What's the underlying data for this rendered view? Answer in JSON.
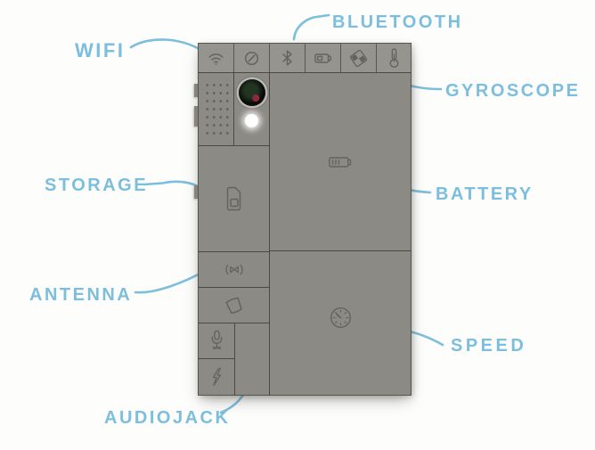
{
  "diagram": {
    "subject": "modular-phone-back",
    "callouts": {
      "wifi": "WIFI",
      "bluetooth": "BLUETOOTH",
      "gyroscope": "GYROSCOPE",
      "storage": "STORAGE",
      "battery": "BATTERY",
      "antenna": "ANTENNA",
      "speed": "SPEED",
      "audiojack": "AUDIOJACK"
    },
    "module_icons": [
      "wifi-icon",
      "shutter-slash-icon",
      "bluetooth-icon",
      "sim-card-icon",
      "gyroscope-icon",
      "thermometer-icon",
      "speaker-grill",
      "camera-lens",
      "flash-led",
      "storage-card-icon",
      "battery-icon",
      "antenna-icon",
      "vibration-note-icon",
      "microphone-icon",
      "charge-bolt-icon",
      "speedometer-icon"
    ]
  },
  "colors": {
    "label_blue": "#7cbedd",
    "phone_body": "#8b8a84",
    "phone_top": "#96948e",
    "icon_stroke": "#64635d",
    "background": "#fdfdfc"
  }
}
